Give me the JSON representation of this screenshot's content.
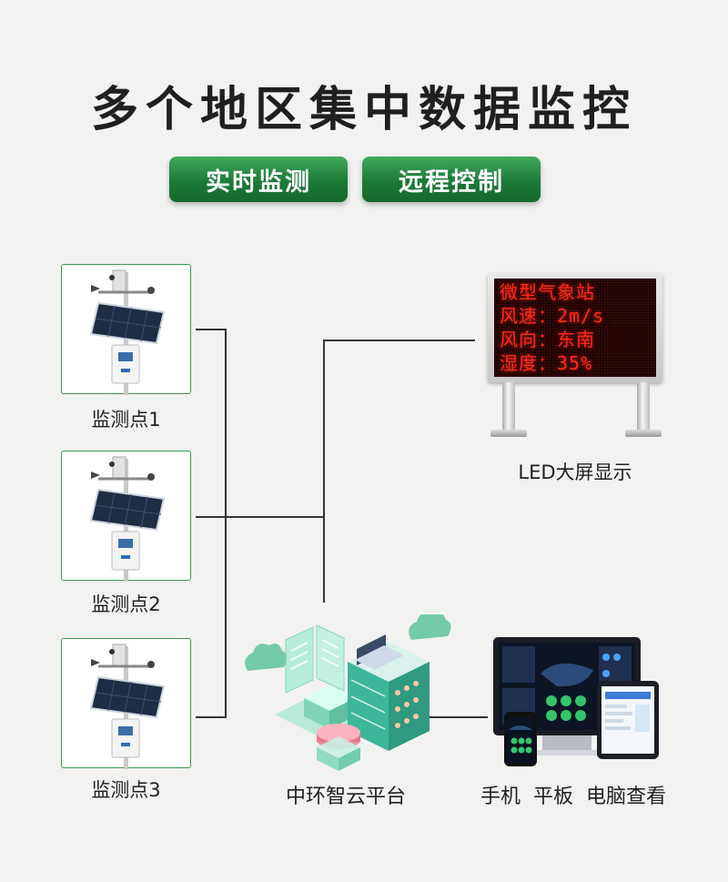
{
  "title": "多个地区集中数据监控",
  "tags": [
    "实时监测",
    "远程控制"
  ],
  "stations": [
    {
      "label": "监测点1"
    },
    {
      "label": "监测点2"
    },
    {
      "label": "监测点3"
    }
  ],
  "led_display": {
    "lines": [
      "微型气象站",
      "风速：2m/s",
      "风向：东南",
      "湿度：35%"
    ],
    "label": "LED大屏显示"
  },
  "cloud_platform": {
    "label": "中环智云平台"
  },
  "devices": {
    "label": "手机  平板  电脑查看"
  },
  "colors": {
    "accent_green": "#1c7a37",
    "led_red": "#ff2a1a",
    "line_dark": "#333333",
    "iso_teal": "#7fd4b8"
  }
}
